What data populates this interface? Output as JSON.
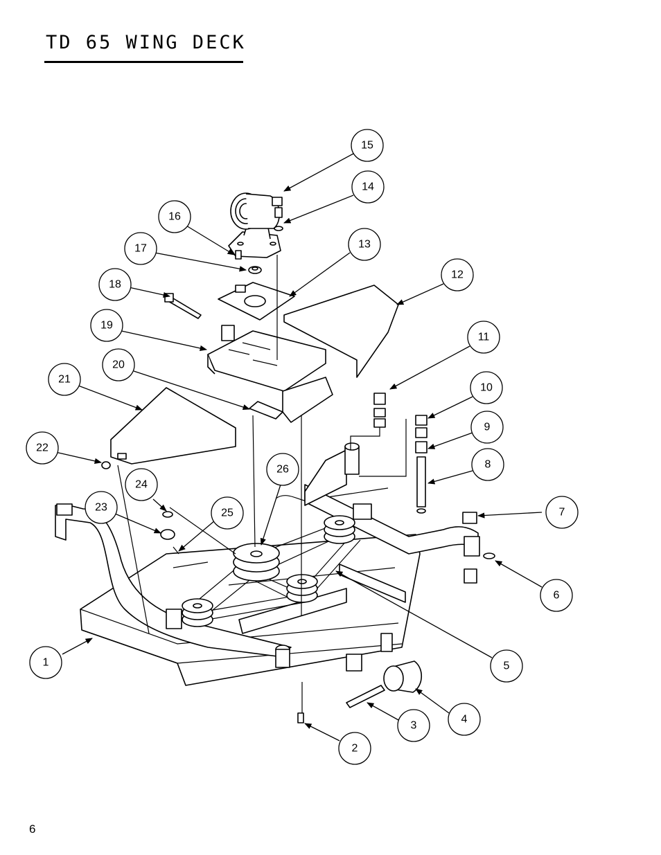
{
  "title": "TD 65 WING DECK",
  "page_number": "6",
  "callouts": [
    {
      "id": "c1",
      "label": "1"
    },
    {
      "id": "c2",
      "label": "2"
    },
    {
      "id": "c3",
      "label": "3"
    },
    {
      "id": "c4",
      "label": "4"
    },
    {
      "id": "c5",
      "label": "5"
    },
    {
      "id": "c6",
      "label": "6"
    },
    {
      "id": "c7",
      "label": "7"
    },
    {
      "id": "c8",
      "label": "8"
    },
    {
      "id": "c9",
      "label": "9"
    },
    {
      "id": "c10",
      "label": "10"
    },
    {
      "id": "c11",
      "label": "11"
    },
    {
      "id": "c12",
      "label": "12"
    },
    {
      "id": "c13",
      "label": "13"
    },
    {
      "id": "c14",
      "label": "14"
    },
    {
      "id": "c15",
      "label": "15"
    },
    {
      "id": "c16",
      "label": "16"
    },
    {
      "id": "c17",
      "label": "17"
    },
    {
      "id": "c18",
      "label": "18"
    },
    {
      "id": "c19",
      "label": "19"
    },
    {
      "id": "c20",
      "label": "20"
    },
    {
      "id": "c21",
      "label": "21"
    },
    {
      "id": "c22",
      "label": "22"
    },
    {
      "id": "c23",
      "label": "23"
    },
    {
      "id": "c24",
      "label": "24"
    },
    {
      "id": "c25",
      "label": "25"
    },
    {
      "id": "c26",
      "label": "26"
    }
  ]
}
